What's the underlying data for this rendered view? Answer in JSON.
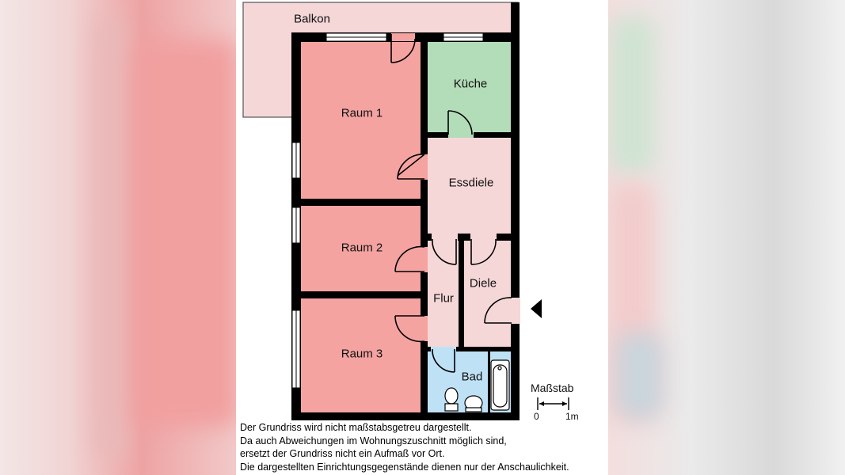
{
  "rooms": {
    "balkon": "Balkon",
    "raum1": "Raum 1",
    "kueche": "Küche",
    "essdiele": "Essdiele",
    "raum2": "Raum 2",
    "flur": "Flur",
    "diele": "Diele",
    "raum3": "Raum 3",
    "bad": "Bad"
  },
  "scale": {
    "title": "Maßstab",
    "start": "0",
    "end": "1m"
  },
  "disclaimer": [
    "Der Grundriss wird nicht maßstabsgetreu dargestellt.",
    "Da auch Abweichungen im Wohnungszuschnitt möglich sind,",
    "ersetzt der Grundriss nicht ein Aufmaß vor Ort.",
    "Die dargestellten Einrichtungsgegenstände dienen nur der Anschaulichkeit."
  ],
  "colors": {
    "living_rooms": "#f4a3a1",
    "circulation": "#f5d7d8",
    "kitchen": "#b3dcb8",
    "bathroom": "#bfe1f5",
    "walls": "#000000"
  }
}
